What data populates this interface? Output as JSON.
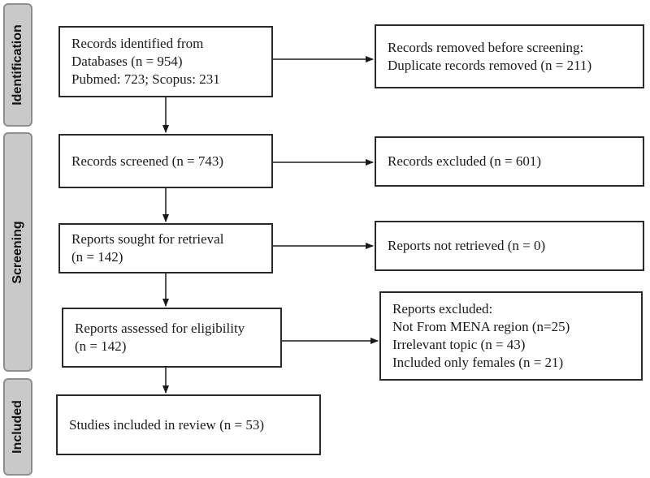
{
  "phases": {
    "identification": "Identification",
    "screening": "Screening",
    "included": "Included"
  },
  "boxes": {
    "identified": {
      "line1": "Records identified from",
      "line2": "Databases (n = 954)",
      "line3": "Pubmed: 723; Scopus: 231"
    },
    "removed": {
      "line1": "Records removed before screening:",
      "line2": "Duplicate records removed (n = 211)"
    },
    "screened": {
      "line1": "Records screened (n = 743)"
    },
    "excluded": {
      "line1": "Records excluded (n = 601)"
    },
    "sought": {
      "line1": "Reports sought for retrieval",
      "line2": "(n = 142)"
    },
    "not_retrieved": {
      "line1": "Reports not retrieved (n = 0)"
    },
    "assessed": {
      "line1": "Reports assessed for eligibility",
      "line2": "(n = 142)"
    },
    "reports_excluded": {
      "line1": "Reports excluded:",
      "line2": "Not From MENA region (n=25)",
      "line3": "Irrelevant topic (n = 43)",
      "line4": "Included only females (n = 21)"
    },
    "included": {
      "line1": "Studies included in review (n = 53)"
    }
  },
  "colors": {
    "phase_fill": "#c9c9c9",
    "phase_border": "#8e8e8e",
    "box_border": "#2a2a2a",
    "arrow": "#1a1a1a"
  }
}
